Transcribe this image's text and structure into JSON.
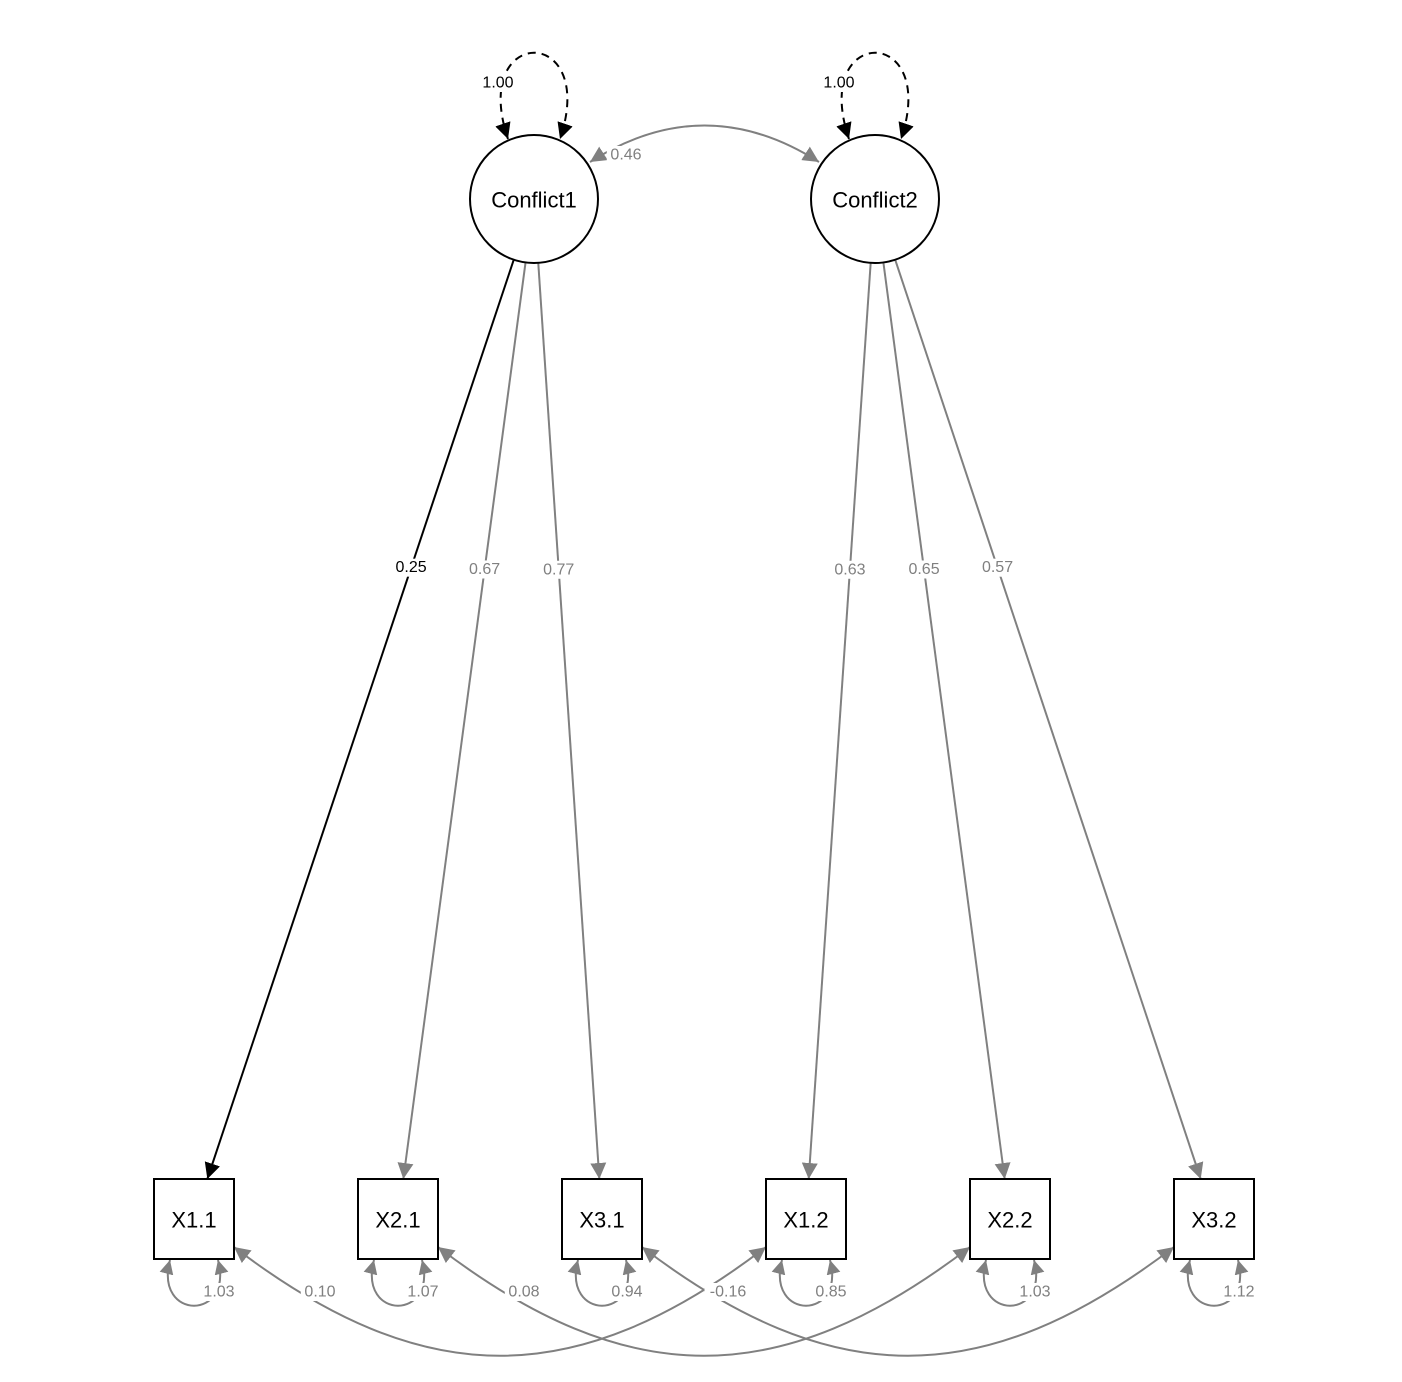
{
  "colors": {
    "background": "#ffffff",
    "node_stroke": "#000000",
    "strong_path": "#000000",
    "weak_path": "#808080"
  },
  "latents": [
    {
      "id": "c1",
      "label": "Conflict1",
      "variance": "1.00"
    },
    {
      "id": "c2",
      "label": "Conflict2",
      "variance": "1.00"
    }
  ],
  "latent_covariance": {
    "from": "c1",
    "to": "c2",
    "label": "0.46"
  },
  "indicators": [
    {
      "id": "x11",
      "label": "X1.1",
      "residual": "1.03"
    },
    {
      "id": "x21",
      "label": "X2.1",
      "residual": "1.07"
    },
    {
      "id": "x31",
      "label": "X3.1",
      "residual": "0.94"
    },
    {
      "id": "x12",
      "label": "X1.2",
      "residual": "0.85"
    },
    {
      "id": "x22",
      "label": "X2.2",
      "residual": "1.03"
    },
    {
      "id": "x32",
      "label": "X3.2",
      "residual": "1.12"
    }
  ],
  "loadings": [
    {
      "from": "c1",
      "to": "x11",
      "label": "0.25",
      "strong": true
    },
    {
      "from": "c1",
      "to": "x21",
      "label": "0.67",
      "strong": false
    },
    {
      "from": "c1",
      "to": "x31",
      "label": "0.77",
      "strong": false
    },
    {
      "from": "c2",
      "to": "x12",
      "label": "0.63",
      "strong": false
    },
    {
      "from": "c2",
      "to": "x22",
      "label": "0.65",
      "strong": false
    },
    {
      "from": "c2",
      "to": "x32",
      "label": "0.57",
      "strong": false
    }
  ],
  "residual_covariances": [
    {
      "from": "x11",
      "to": "x12",
      "label": "0.10"
    },
    {
      "from": "x21",
      "to": "x22",
      "label": "0.08"
    },
    {
      "from": "x31",
      "to": "x32",
      "label": "-0.16"
    }
  ]
}
